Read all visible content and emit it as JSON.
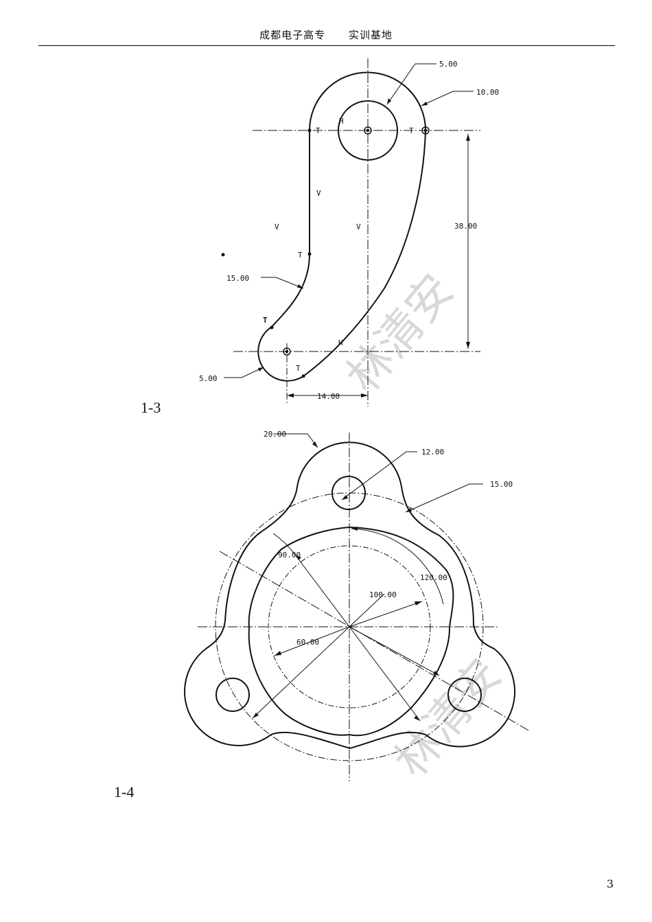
{
  "header": {
    "left": "成都电子高专",
    "right": "实训基地"
  },
  "watermark": "林清安",
  "figure_1_3": {
    "label": "1-3",
    "dims": {
      "r_top_hole": "5.00",
      "r_top_arc": "10.00",
      "height": "38.00",
      "r_mid": "15.00",
      "r_bottom": "5.00",
      "offset": "14.00"
    },
    "constraint_marks": {
      "t": "T",
      "h": "H",
      "v": "V"
    }
  },
  "figure_1_4": {
    "label": "1-4",
    "dims": {
      "r_lobe": "20.00",
      "d_hole": "12.00",
      "r_fillet": "15.00",
      "angle": "90.00",
      "d_inner": "60.00",
      "d_bolt": "100.00",
      "angle_b": "120.00"
    }
  },
  "page_number": "3"
}
